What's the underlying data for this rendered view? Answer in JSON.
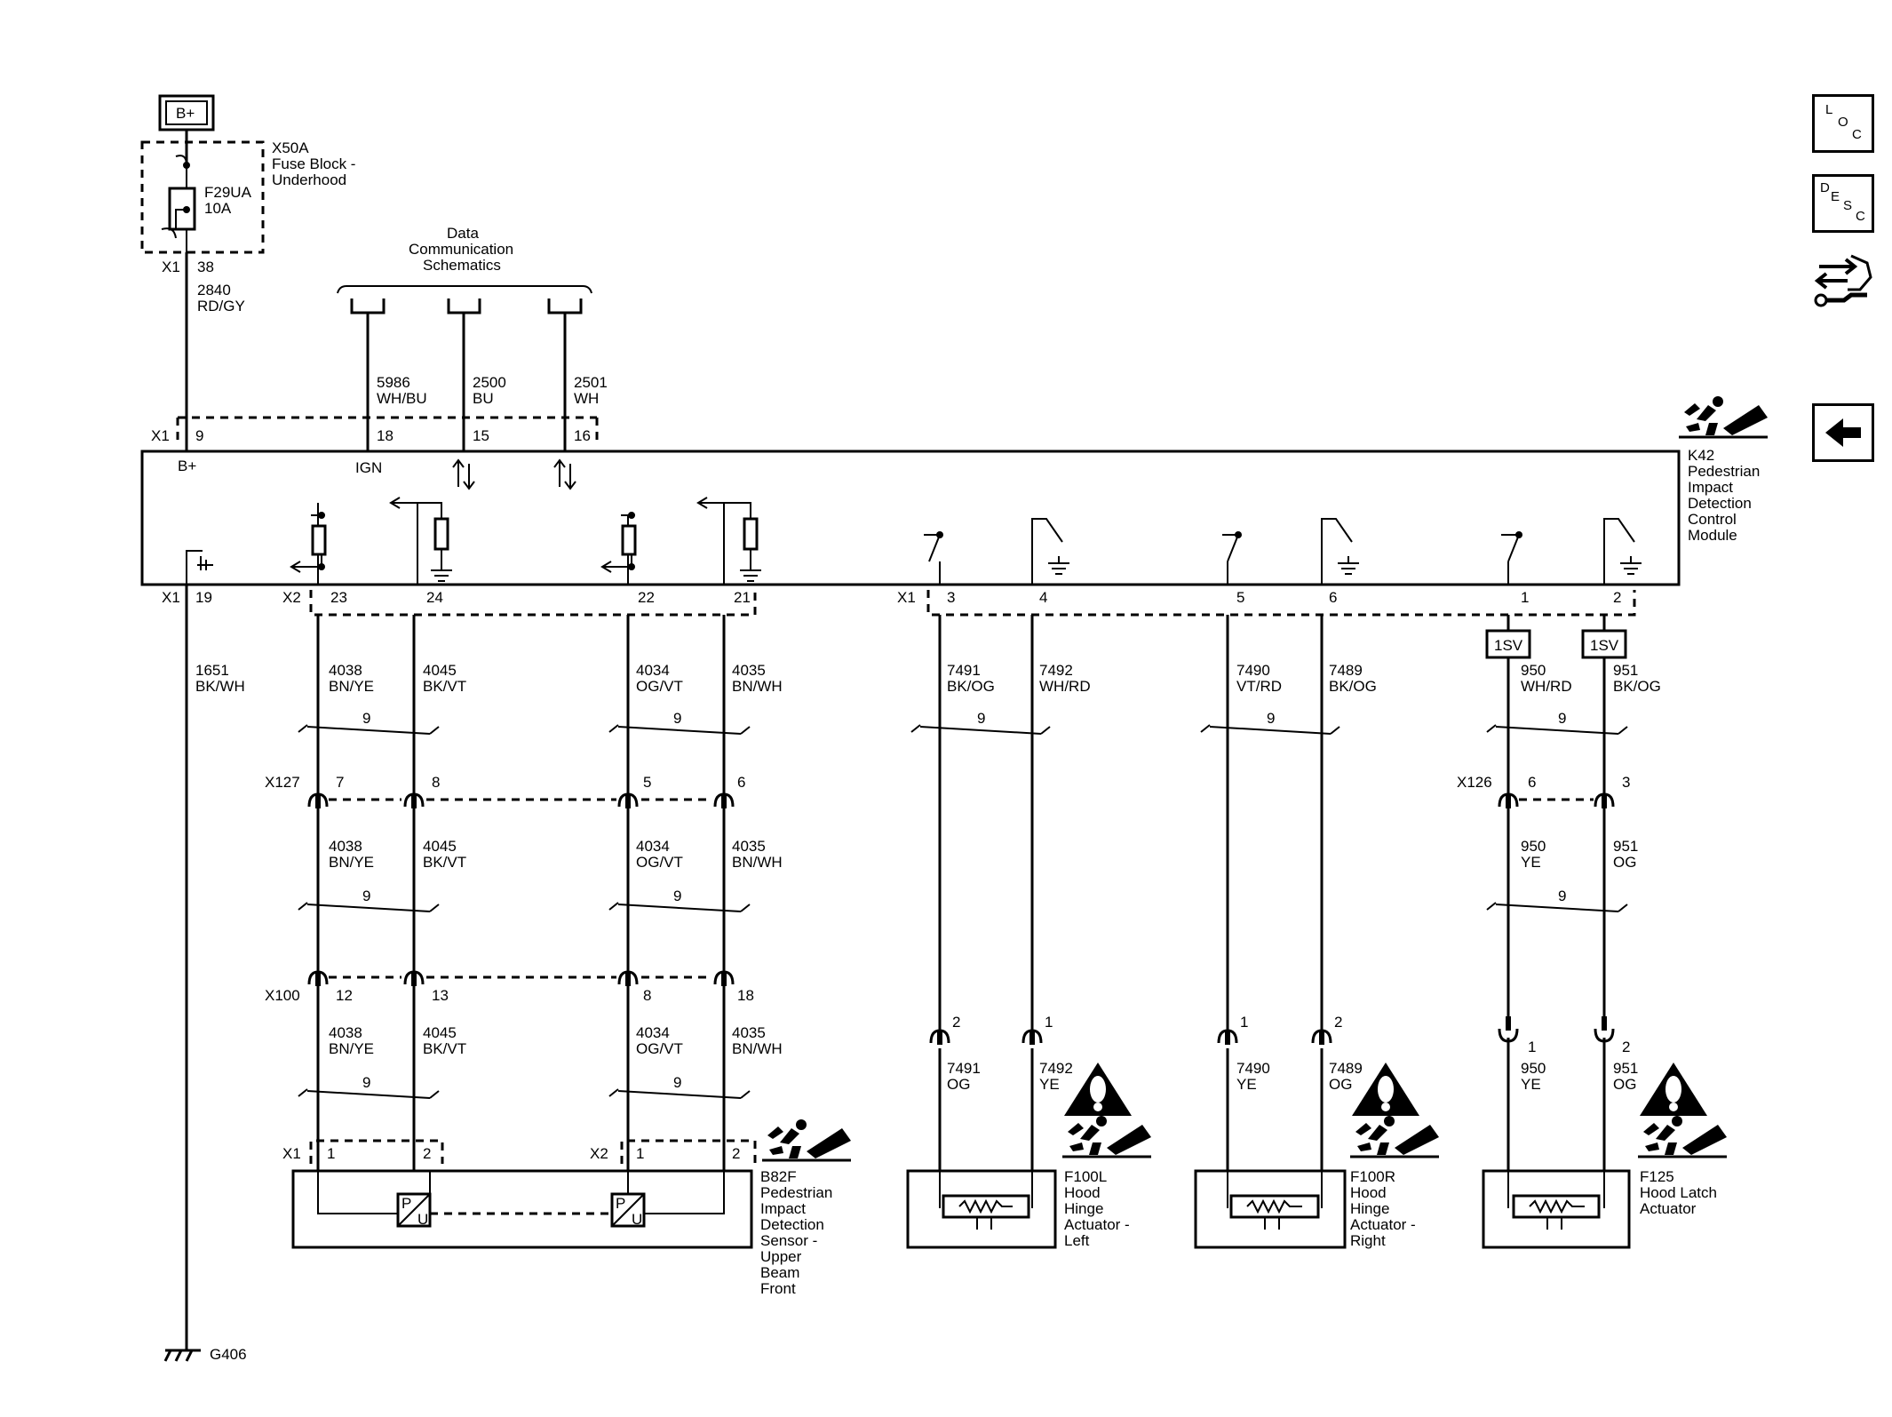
{
  "power": {
    "label": "B+"
  },
  "fuse_block": {
    "ref": "X50A",
    "line1": "Fuse Block -",
    "line2": "Underhood",
    "fuse": "F29UA",
    "rating": "10A",
    "conn": "X1",
    "pin": "38",
    "circuit": "2840",
    "color": "RD/GY"
  },
  "data_comm": {
    "line1": "Data",
    "line2": "Communication",
    "line3": "Schematics"
  },
  "k42_top_wires": [
    {
      "circuit": "5986",
      "color": "WH/BU",
      "pin": "18"
    },
    {
      "circuit": "2500",
      "color": "BU",
      "pin": "15"
    },
    {
      "circuit": "2501",
      "color": "WH",
      "pin": "16"
    }
  ],
  "k42": {
    "top_conn": "X1",
    "bplus_pin": "9",
    "bplus_label": "B+",
    "ign_label": "IGN",
    "ref": "K42",
    "line1": "Pedestrian",
    "line2": "Impact",
    "line3": "Detection",
    "line4": "Control",
    "line5": "Module"
  },
  "k42_bottom": {
    "x1a": "X1",
    "pin19": "19",
    "x2": "X2",
    "p23": "23",
    "p24": "24",
    "p22": "22",
    "p21": "21",
    "x1b": "X1",
    "p3": "3",
    "p4": "4",
    "p5": "5",
    "p6": "6",
    "p1": "1",
    "p2": "2"
  },
  "ground_wire": {
    "circuit": "1651",
    "color": "BK/WH",
    "ground": "G406"
  },
  "twist_label": "9",
  "svc": "1SV",
  "section1_wires": [
    {
      "circuit": "4038",
      "color": "BN/YE"
    },
    {
      "circuit": "4045",
      "color": "BK/VT"
    },
    {
      "circuit": "4034",
      "color": "OG/VT"
    },
    {
      "circuit": "4035",
      "color": "BN/WH"
    }
  ],
  "actuator_wires_top": [
    {
      "circuit": "7491",
      "color": "BK/OG"
    },
    {
      "circuit": "7492",
      "color": "WH/RD"
    },
    {
      "circuit": "7490",
      "color": "VT/RD"
    },
    {
      "circuit": "7489",
      "color": "BK/OG"
    },
    {
      "circuit": "950",
      "color": "WH/RD"
    },
    {
      "circuit": "951",
      "color": "BK/OG"
    }
  ],
  "x127": {
    "name": "X127",
    "pins": [
      "7",
      "8",
      "5",
      "6"
    ]
  },
  "x126": {
    "name": "X126",
    "pins": [
      "6",
      "3"
    ]
  },
  "x126_wires": [
    {
      "circuit": "950",
      "color": "YE"
    },
    {
      "circuit": "951",
      "color": "OG"
    }
  ],
  "x100": {
    "name": "X100",
    "pins": [
      "12",
      "13",
      "8",
      "18"
    ]
  },
  "actuator_inline_pins": {
    "a": "2",
    "b": "1",
    "c": "1",
    "d": "2",
    "e": "1",
    "f": "2"
  },
  "actuator_wires_bottom": [
    {
      "circuit": "7491",
      "color": "OG"
    },
    {
      "circuit": "7492",
      "color": "YE"
    },
    {
      "circuit": "7490",
      "color": "YE"
    },
    {
      "circuit": "7489",
      "color": "OG"
    },
    {
      "circuit": "950",
      "color": "YE"
    },
    {
      "circuit": "951",
      "color": "OG"
    }
  ],
  "sensor": {
    "x1": "X1",
    "x1p1": "1",
    "x1p2": "2",
    "x2": "X2",
    "x2p1": "1",
    "x2p2": "2",
    "pu_p": "P",
    "pu_u": "U",
    "ref": "B82F",
    "line1": "Pedestrian",
    "line2": "Impact",
    "line3": "Detection",
    "line4": "Sensor -",
    "line5": "Upper",
    "line6": "Beam",
    "line7": "Front"
  },
  "f100l": {
    "ref": "F100L",
    "line1": "Hood",
    "line2": "Hinge",
    "line3": "Actuator -",
    "line4": "Left"
  },
  "f100r": {
    "ref": "F100R",
    "line1": "Hood",
    "line2": "Hinge",
    "line3": "Actuator -",
    "line4": "Right"
  },
  "f125": {
    "ref": "F125",
    "line1": "Hood Latch",
    "line2": "Actuator"
  },
  "warning_mark": "!",
  "side_buttons": {
    "loc": {
      "l1": "L",
      "l2": "O",
      "l3": "C"
    },
    "desc": {
      "l1": "D",
      "l2": "E",
      "l3": "S",
      "l4": "C"
    }
  },
  "icons": [
    "fuse-icon",
    "ground-icon",
    "pedestrian-impact-icon",
    "warning-icon",
    "connector-icon",
    "twisted-pair-icon",
    "back-arrow-icon",
    "diagnostic-tool-icon"
  ]
}
